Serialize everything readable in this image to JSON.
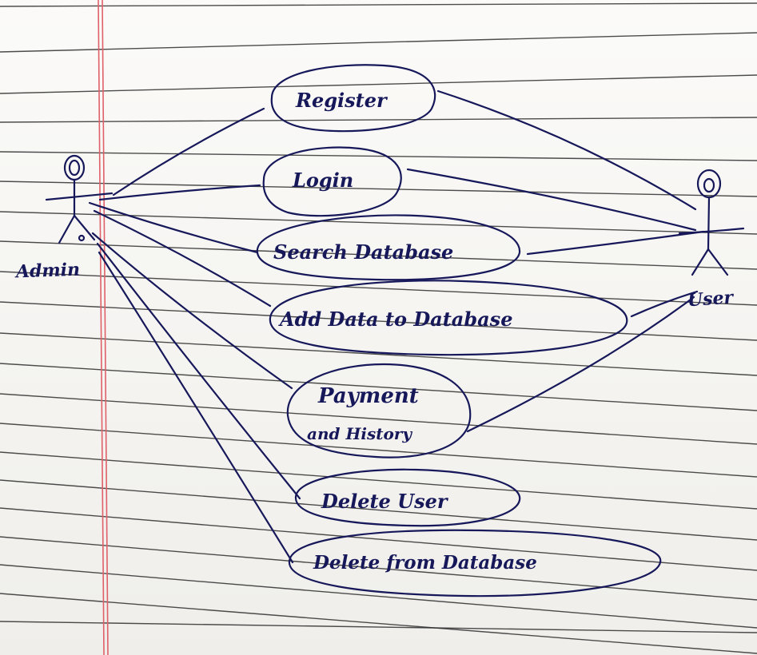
{
  "diagram": {
    "actors": {
      "admin": "Admin",
      "user": "User"
    },
    "use_cases": {
      "register": "Register",
      "login": "Login",
      "search_database": "Search Database",
      "add_data": "Add Data to Database",
      "payment_line1": "Payment",
      "payment_line2": "and History",
      "delete_user": "Delete User",
      "delete_from_db": "Delete from Database"
    }
  },
  "colors": {
    "ink": "#16185a",
    "paper": "#f7f6f2",
    "ruled_line": "#2e2e2e",
    "margin_line": "#e0606a"
  }
}
